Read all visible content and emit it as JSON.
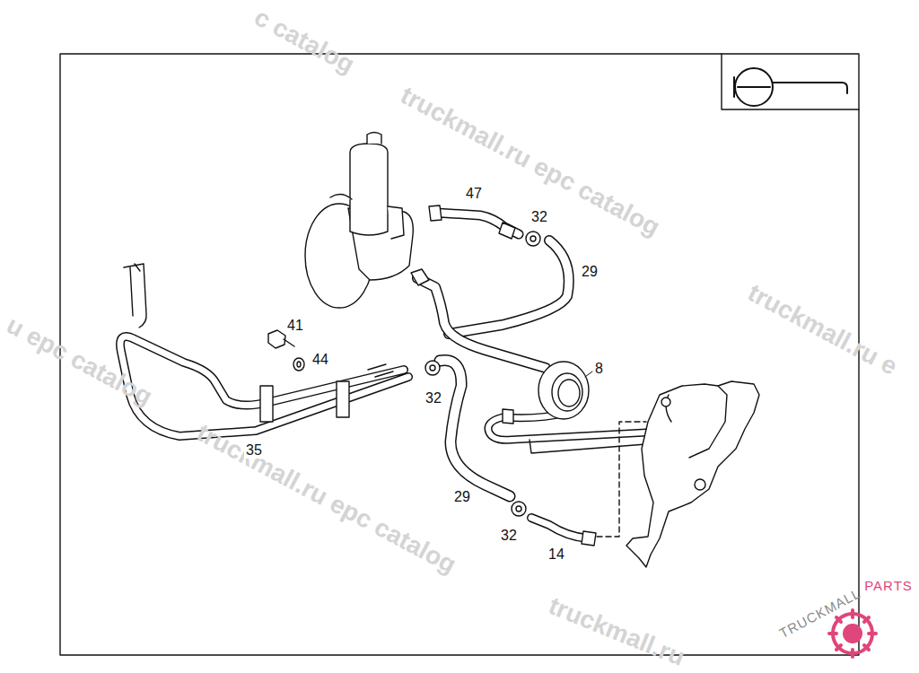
{
  "diagram": {
    "labels": [
      "c catalog",
      "truckmall.ru epc catalog",
      "truckmall.ru e",
      "u epc catalog",
      "truckmall.ru epc catalog",
      "truckmall.ru",
      "47",
      "32",
      "29",
      "41",
      "44",
      "8",
      "32",
      "35",
      "29",
      "32",
      "14",
      "TRUCKMALL",
      "PARTS"
    ]
  }
}
